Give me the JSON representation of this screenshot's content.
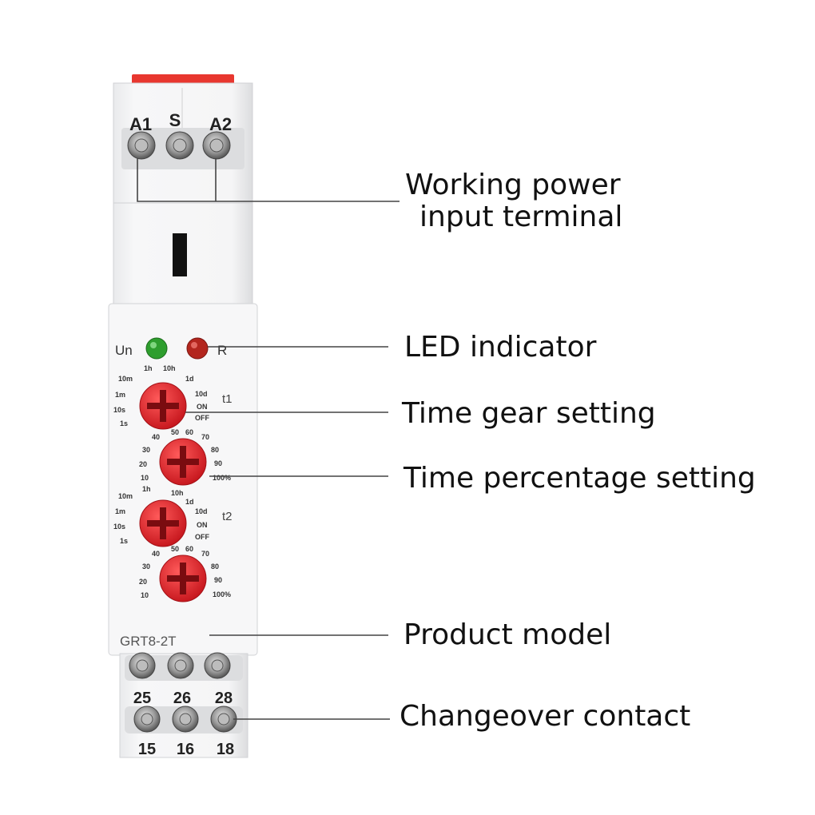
{
  "device": {
    "top_terminals": [
      "A1",
      "S",
      "A2"
    ],
    "indicators": {
      "left": "Un",
      "right": "R",
      "left_color": "#2e9e2e",
      "right_color": "#b3261e"
    },
    "channel_labels": [
      "t1",
      "t2"
    ],
    "gear_scale": [
      "1s",
      "10s",
      "1m",
      "10m",
      "1h",
      "10h",
      "1d",
      "10d",
      "ON",
      "OFF"
    ],
    "percent_scale": [
      "10",
      "20",
      "30",
      "40",
      "50",
      "60",
      "70",
      "80",
      "90",
      "100%"
    ],
    "model": "GRT8-2T",
    "bottom_terminals_upper": [
      "25",
      "26",
      "28"
    ],
    "bottom_terminals_lower": [
      "15",
      "16",
      "18"
    ],
    "knob_color": "#e3242b",
    "top_tab_color": "#e8372f"
  },
  "callouts": {
    "power_line1": "Working power",
    "power_line2": "input terminal",
    "led": "LED indicator",
    "gear": "Time gear setting",
    "percent": "Time percentage setting",
    "model": "Product model",
    "contact": "Changeover contact"
  }
}
